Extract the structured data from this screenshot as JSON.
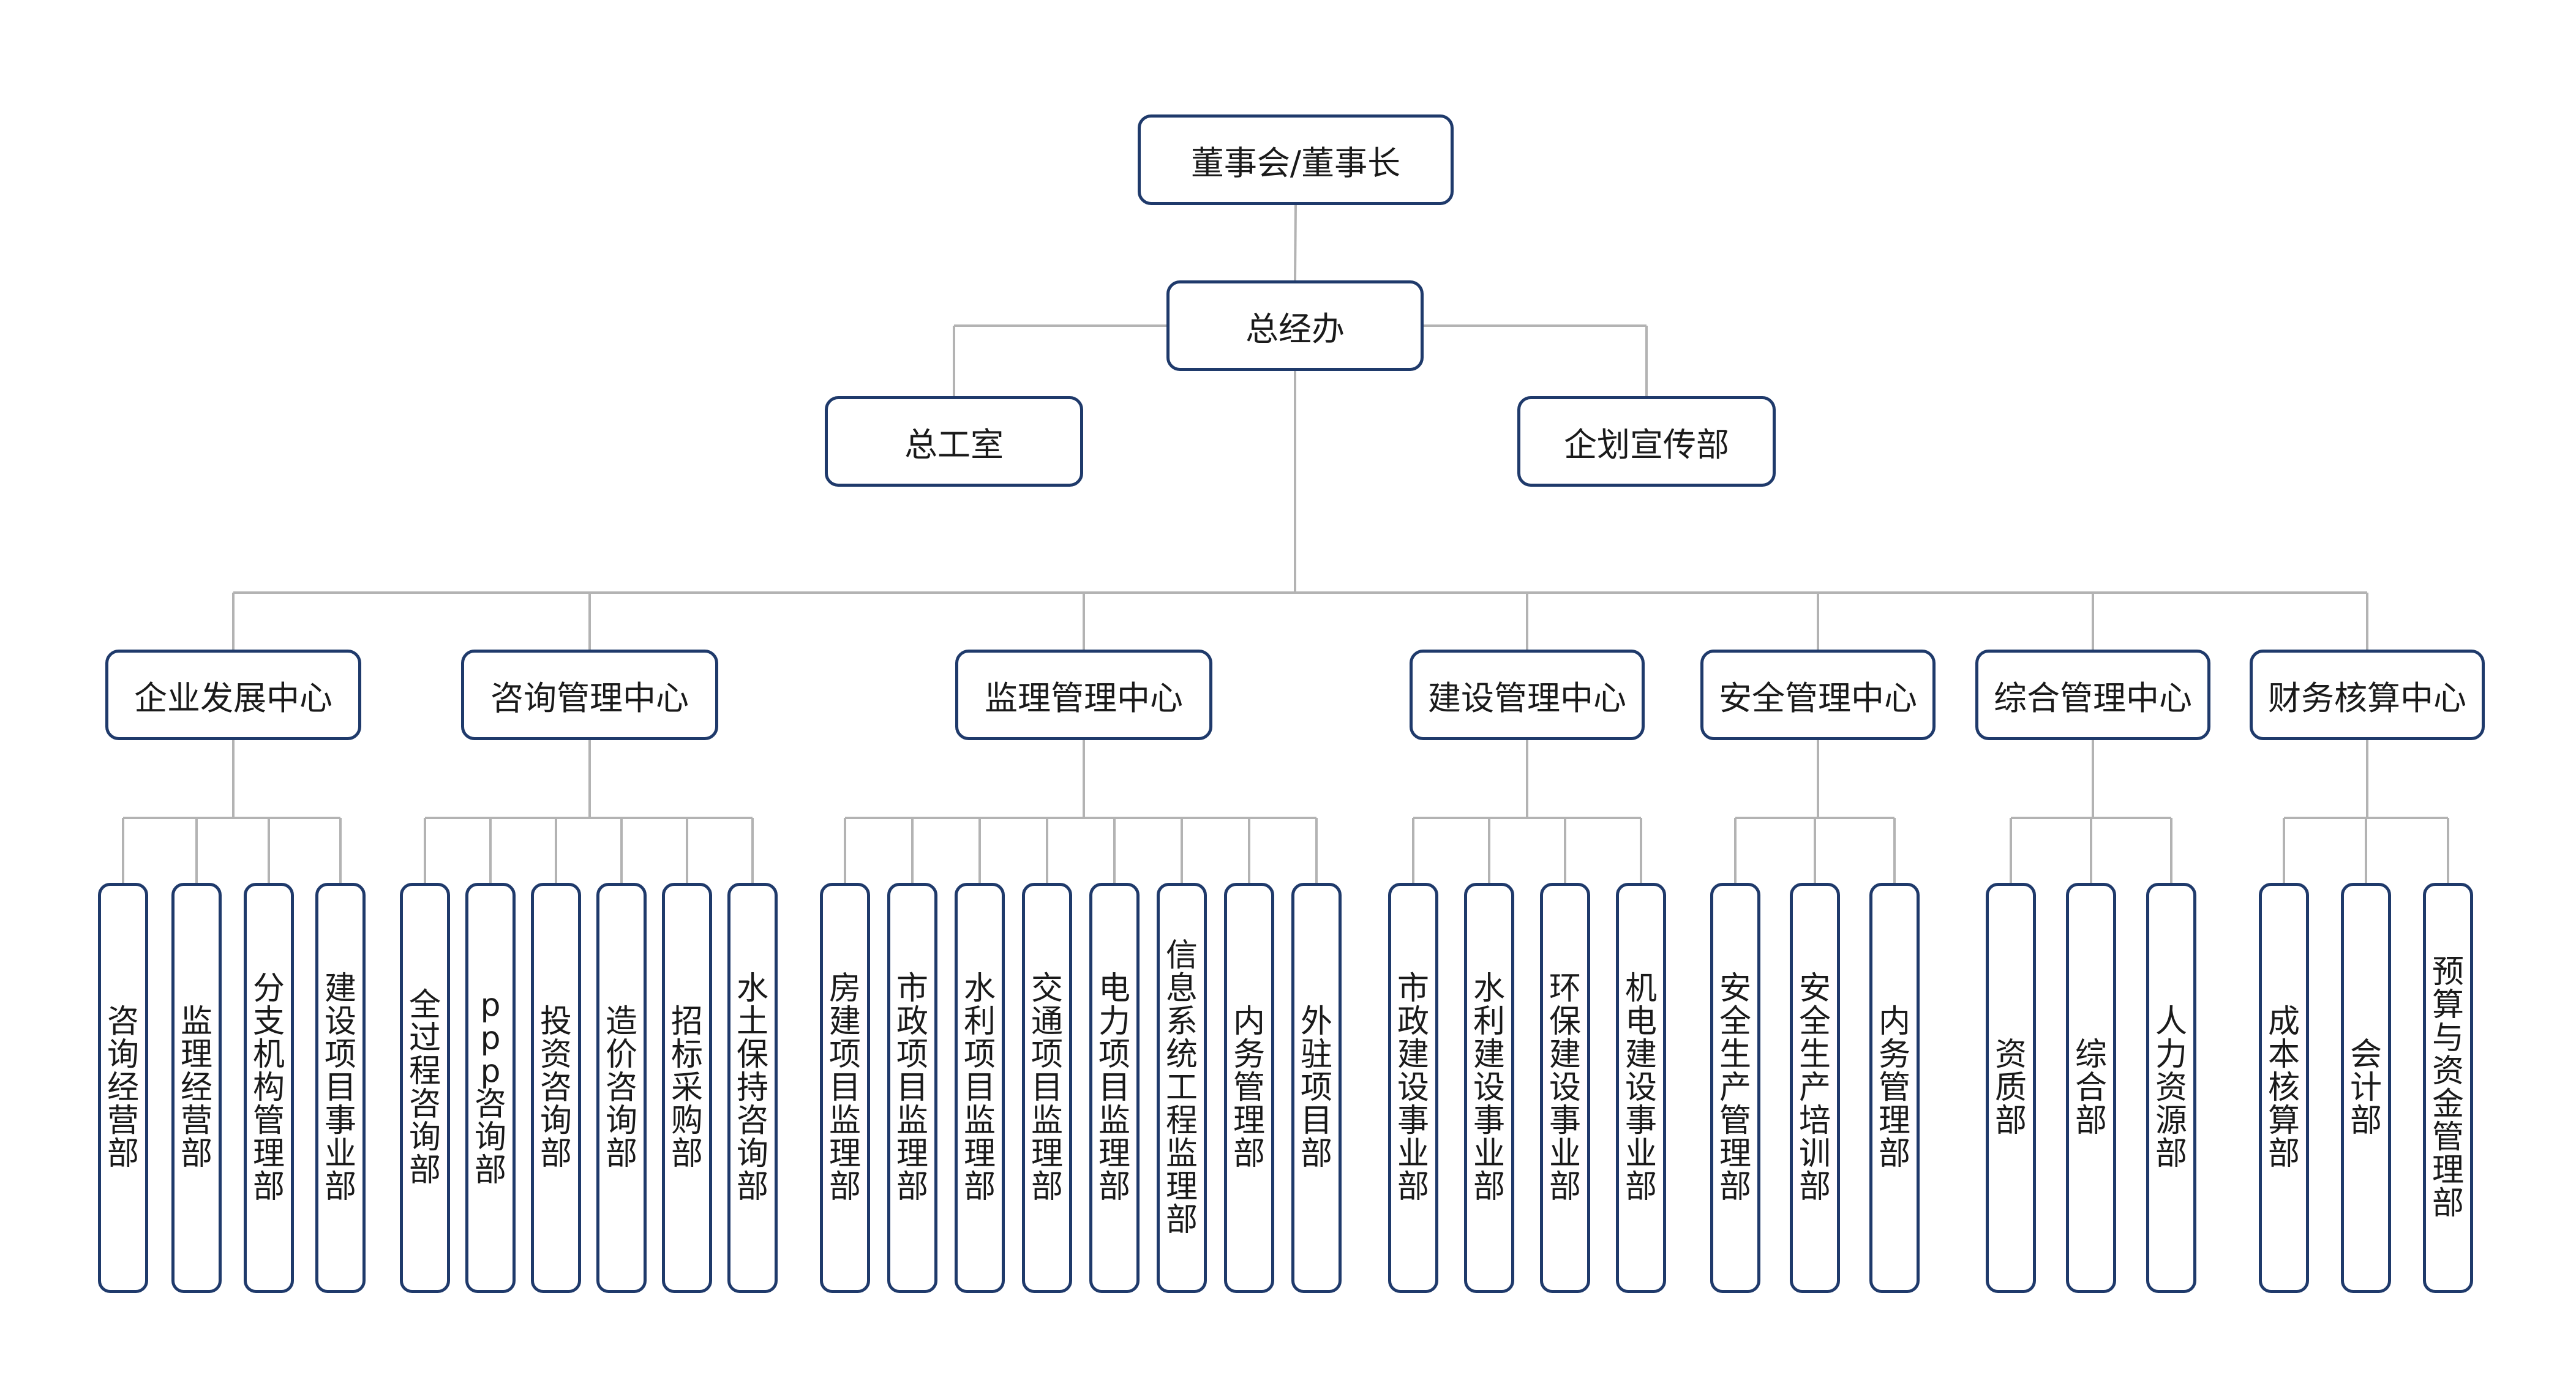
{
  "colors": {
    "box_border": "#1f3a6b",
    "connector": "#b3b3b3",
    "text": "#1a1a1a"
  },
  "chairman": "董事会/董事长",
  "gm_office": "总经办",
  "staff": {
    "left": "总工室",
    "right": "企划宣传部"
  },
  "centers": [
    {
      "name": "企业发展中心",
      "departments": [
        "咨询经营部",
        "监理经营部",
        "分支机构管理部",
        "建设项目事业部"
      ]
    },
    {
      "name": "咨询管理中心",
      "departments": [
        "全过程咨询部",
        "ppp咨询部",
        "投资咨询部",
        "造价咨询部",
        "招标采购部",
        "水土保持咨询部"
      ]
    },
    {
      "name": "监理管理中心",
      "departments": [
        "房建项目监理部",
        "市政项目监理部",
        "水利项目监理部",
        "交通项目监理部",
        "电力项目监理部",
        "信息系统工程监理部",
        "内务管理部",
        "外驻项目部"
      ]
    },
    {
      "name": "建设管理中心",
      "departments": [
        "市政建设事业部",
        "水利建设事业部",
        "环保建设事业部",
        "机电建设事业部"
      ]
    },
    {
      "name": "安全管理中心",
      "departments": [
        "安全生产管理部",
        "安全生产培训部",
        "内务管理部"
      ]
    },
    {
      "name": "综合管理中心",
      "departments": [
        "资质部",
        "综合部",
        "人力资源部"
      ]
    },
    {
      "name": "财务核算中心",
      "departments": [
        "成本核算部",
        "会计部",
        "预算与资金管理部"
      ]
    }
  ]
}
